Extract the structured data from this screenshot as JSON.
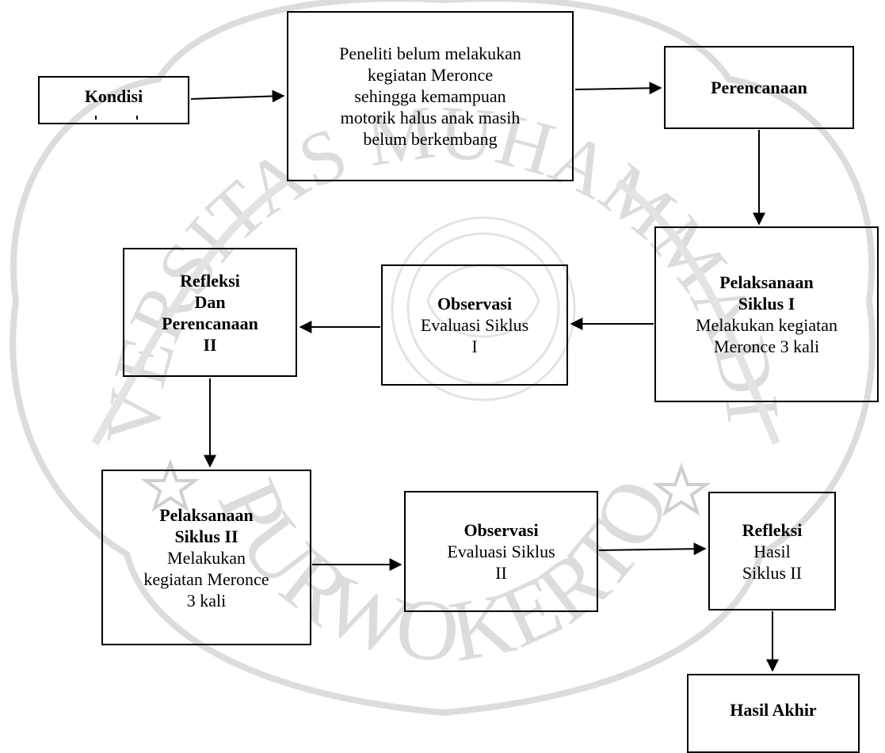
{
  "nodes": {
    "kondisi": {
      "title": "Kondisi"
    },
    "peneliti": {
      "lines": [
        "Peneliti belum melakukan",
        "kegiatan Meronce",
        "sehingga kemampuan",
        "motorik halus anak masih",
        "belum berkembang"
      ]
    },
    "perencanaan": {
      "title": "Perencanaan"
    },
    "pelaksanaan1": {
      "title1": "Pelaksanaan",
      "title2": "Siklus I",
      "line1": "Melakukan kegiatan",
      "line2": "Meronce 3 kali"
    },
    "observasi1": {
      "title": "Observasi",
      "line1": "Evaluasi Siklus",
      "line2": "I"
    },
    "refleksi1": {
      "title1": "Refleksi",
      "title2": "Dan",
      "title3": "Perencanaan",
      "title4": "II"
    },
    "pelaksanaan2": {
      "title1": "Pelaksanaan",
      "title2": "Siklus II",
      "line1": "Melakukan",
      "line2": "kegiatan Meronce",
      "line3": "3 kali"
    },
    "observasi2": {
      "title": "Observasi",
      "line1": "Evaluasi Siklus",
      "line2": "II"
    },
    "refleksi2": {
      "title": "Refleksi",
      "line1": "Hasil",
      "line2": "Siklus II"
    },
    "hasil": {
      "title": "Hasil Akhir"
    }
  },
  "watermark": {
    "color": "#dcdcdc",
    "top_text": "UNIVERSITAS MUHAMMADIYAH",
    "bottom_text": "PURWOKERTO"
  },
  "edges": [
    [
      "kondisi",
      "peneliti"
    ],
    [
      "peneliti",
      "perencanaan"
    ],
    [
      "perencanaan",
      "pelaksanaan1"
    ],
    [
      "pelaksanaan1",
      "observasi1"
    ],
    [
      "observasi1",
      "refleksi1"
    ],
    [
      "refleksi1",
      "pelaksanaan2"
    ],
    [
      "pelaksanaan2",
      "observasi2"
    ],
    [
      "observasi2",
      "refleksi2"
    ],
    [
      "refleksi2",
      "hasil"
    ]
  ]
}
